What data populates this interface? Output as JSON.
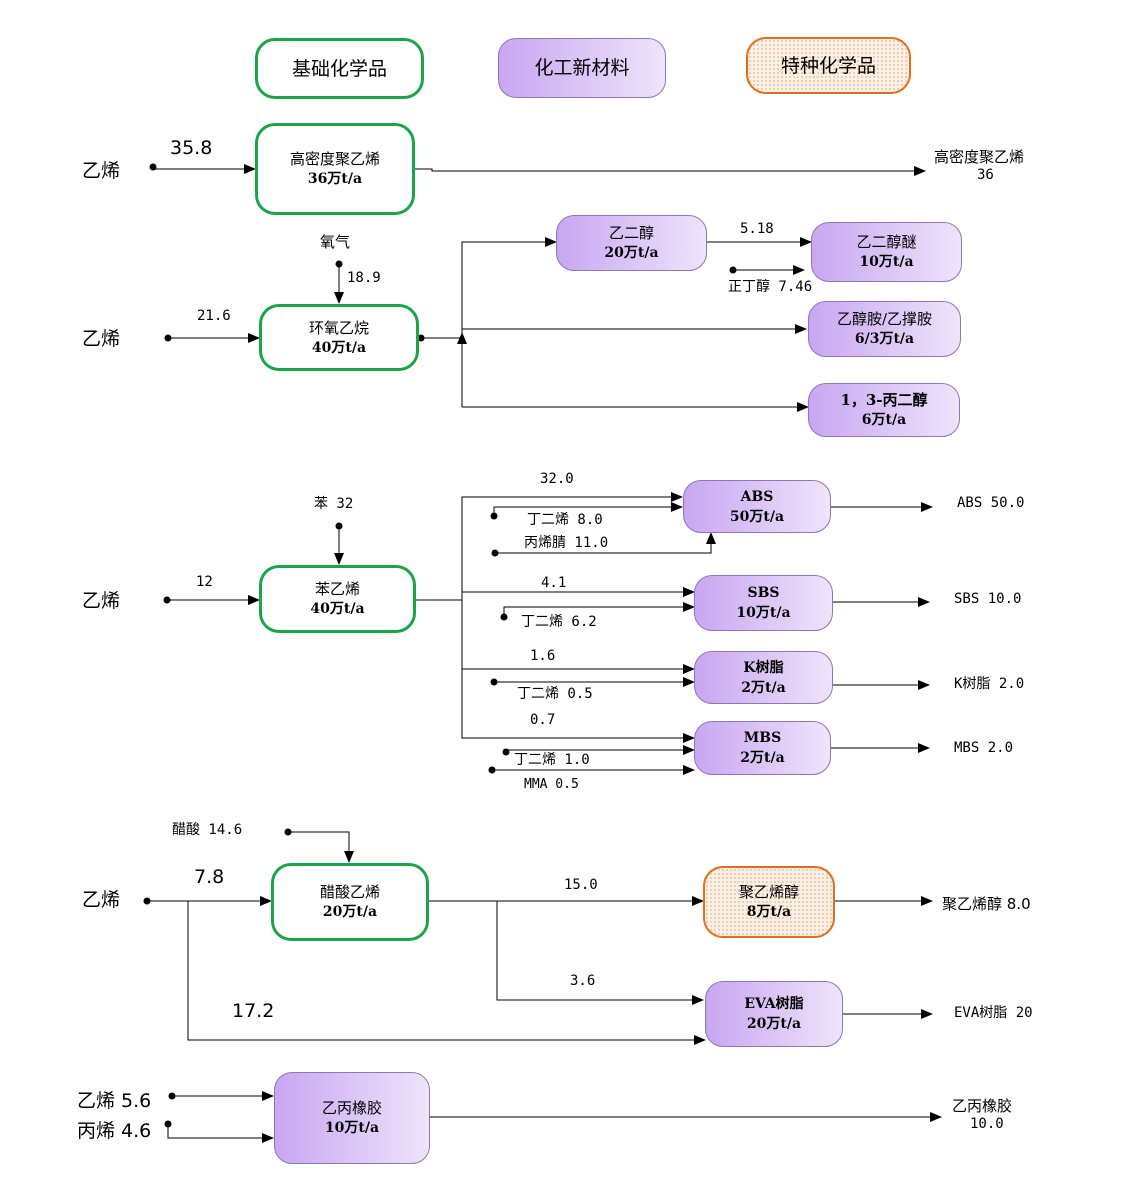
{
  "legend": {
    "basic": "基础化学品",
    "new_material": "化工新材料",
    "specialty": "特种化学品"
  },
  "section1": {
    "feed": "乙烯",
    "feed_qty": "35.8",
    "product_name": "高密度聚乙烯",
    "product_cap": "36万t/a",
    "out_name": "高密度聚乙烯",
    "out_qty": "36"
  },
  "section2": {
    "feed": "乙烯",
    "feed_qty": "21.6",
    "oxygen": "氧气",
    "oxygen_qty": "18.9",
    "product_name": "环氧乙烷",
    "product_cap": "40万t/a",
    "eg_name": "乙二醇",
    "eg_cap": "20万t/a",
    "eg_to_ether_qty": "5.18",
    "ether_name": "乙二醇醚",
    "ether_cap": "10万t/a",
    "butanol_label": "正丁醇 7.46",
    "amine_name": "乙醇胺/乙撑胺",
    "amine_cap": "6/3万t/a",
    "pdo_name": "1，3-丙二醇",
    "pdo_cap": "6万t/a"
  },
  "section3": {
    "feed": "乙烯",
    "feed_qty": "12",
    "benzene_label": "苯 32",
    "product_name": "苯乙烯",
    "product_cap": "40万t/a",
    "abs": {
      "name": "ABS",
      "cap": "50万t/a",
      "in_qty": "32.0",
      "co1": "丁二烯 8.0",
      "co2": "丙烯腈 11.0",
      "out": "ABS 50.0"
    },
    "sbs": {
      "name": "SBS",
      "cap": "10万t/a",
      "in_qty": "4.1",
      "co1": "丁二烯 6.2",
      "out": "SBS 10.0"
    },
    "kres": {
      "name": "K树脂",
      "cap": "2万t/a",
      "in_qty": "1.6",
      "co1": "丁二烯 0.5",
      "out": "K树脂 2.0"
    },
    "mbs": {
      "name": "MBS",
      "cap": "2万t/a",
      "in_qty": "0.7",
      "co1": "丁二烯 1.0",
      "co2": "MMA 0.5",
      "out": "MBS 2.0"
    }
  },
  "section4": {
    "feed": "乙烯",
    "feed_qty": "7.8",
    "acetic_label": "醋酸 14.6",
    "product_name": "醋酸乙烯",
    "product_cap": "20万t/a",
    "pva_qty": "15.0",
    "pva_name": "聚乙烯醇",
    "pva_cap": "8万t/a",
    "pva_out": "聚乙烯醇 8.0",
    "eva_qty": "3.6",
    "bypass_qty": "17.2",
    "eva_name": "EVA树脂",
    "eva_cap": "20万t/a",
    "eva_out": "EVA树脂 20"
  },
  "section5": {
    "feed1": "乙烯 5.6",
    "feed2": "丙烯 4.6",
    "product_name": "乙丙橡胶",
    "product_cap": "10万t/a",
    "out_name": "乙丙橡胶",
    "out_qty": "10.0"
  }
}
